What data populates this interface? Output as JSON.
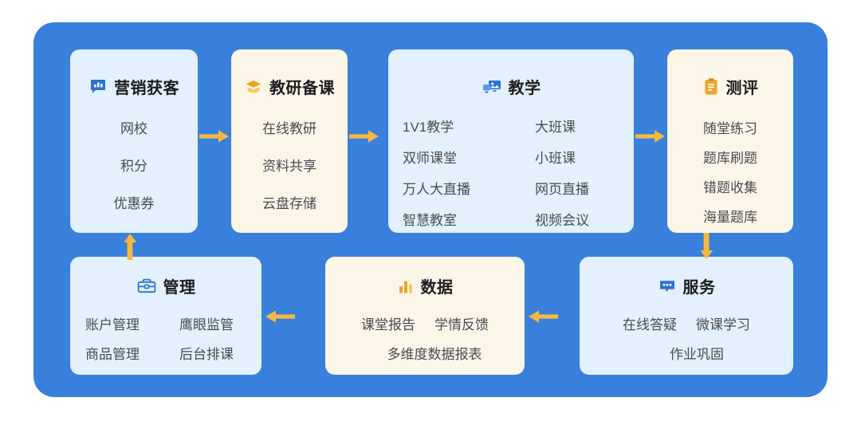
{
  "theme": {
    "frame_bg": "#3880db",
    "card_blue": "#e2f1fd",
    "card_cream": "#fcf6e9",
    "arrow_color": "#f5b942",
    "icon_blue": "#2c72d2",
    "icon_orange": "#f0a32a",
    "title_color": "#1c1c1e",
    "item_color": "#4a4a4f"
  },
  "cards": [
    {
      "id": "marketing",
      "title": "营销获客",
      "icon": "chat-bar-chart-icon",
      "icon_color": "#2c72d2",
      "style": "blue",
      "rows": [
        [
          "网校"
        ],
        [
          "积分"
        ],
        [
          "优惠券"
        ]
      ]
    },
    {
      "id": "prep",
      "title": "教研备课",
      "icon": "graduation-cap-icon",
      "icon_color": "#f0a32a",
      "style": "cream",
      "rows": [
        [
          "在线教研"
        ],
        [
          "资料共享"
        ],
        [
          "云盘存储"
        ]
      ]
    },
    {
      "id": "teaching",
      "title": "教学",
      "icon": "screen-share-icon",
      "icon_color": "#2c72d2",
      "style": "blue",
      "rows": [
        [
          "1V1教学",
          "大班课"
        ],
        [
          "双师课堂",
          "小班课"
        ],
        [
          "万人大直播",
          "网页直播"
        ],
        [
          "智慧教室",
          "视频会议"
        ]
      ]
    },
    {
      "id": "assess",
      "title": "测评",
      "icon": "clipboard-icon",
      "icon_color": "#f0a32a",
      "style": "cream",
      "rows": [
        [
          "随堂练习"
        ],
        [
          "题库刷题"
        ],
        [
          "错题收集"
        ],
        [
          "海量题库"
        ]
      ]
    },
    {
      "id": "manage",
      "title": "管理",
      "icon": "toolbox-icon",
      "icon_color": "#2c72d2",
      "style": "blue",
      "rows": [
        [
          "账户管理",
          "鹰眼监管"
        ],
        [
          "商品管理",
          "后台排课"
        ]
      ]
    },
    {
      "id": "data",
      "title": "数据",
      "icon": "bar-chart-icon",
      "icon_color": "#f0a32a",
      "style": "cream",
      "rows": [
        [
          "课堂报告",
          "学情反馈"
        ],
        [
          "多维度数据报表"
        ]
      ]
    },
    {
      "id": "service",
      "title": "服务",
      "icon": "speech-bubble-dots-icon",
      "icon_color": "#2c72d2",
      "style": "blue",
      "rows": [
        [
          "在线答疑",
          "微课学习"
        ],
        [
          "作业巩固"
        ]
      ]
    }
  ],
  "arrows": [
    {
      "id": "arrow-1",
      "direction": "right",
      "from": "marketing",
      "to": "prep"
    },
    {
      "id": "arrow-2",
      "direction": "right",
      "from": "prep",
      "to": "teaching"
    },
    {
      "id": "arrow-3",
      "direction": "right",
      "from": "teaching",
      "to": "assess"
    },
    {
      "id": "arrow-down-1",
      "direction": "down",
      "from": "assess",
      "to": "service"
    },
    {
      "id": "arrow-left-1",
      "direction": "left",
      "from": "service",
      "to": "data"
    },
    {
      "id": "arrow-left-2",
      "direction": "left",
      "from": "data",
      "to": "manage"
    },
    {
      "id": "arrow-up-1",
      "direction": "up",
      "from": "manage",
      "to": "marketing"
    }
  ]
}
